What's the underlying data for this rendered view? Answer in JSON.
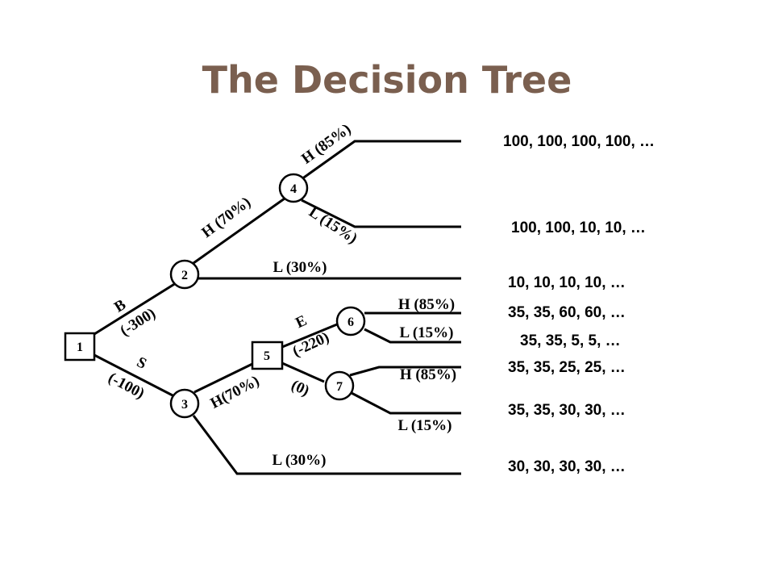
{
  "title": "The Decision Tree",
  "nodes": {
    "n1": "1",
    "n2": "2",
    "n3": "3",
    "n4": "4",
    "n5": "5",
    "n6": "6",
    "n7": "7"
  },
  "labels": {
    "b": "B",
    "b_cost": "(-300)",
    "s": "S",
    "s_cost": "(-100)",
    "h70_top": "H (70%)",
    "l30_top": "L (30%)",
    "h85_top": "H (85%)",
    "l15_top": "L (15%)",
    "h70_bottom": "H(70%)",
    "l30_bottom": "L (30%)",
    "e": "E",
    "e_cost": "(-220)",
    "zero_cost": "(0)",
    "h85_node6": "H (85%)",
    "l15_node6": "L (15%)",
    "h85_node7": "H (85%)",
    "l15_node7": "L (15%)"
  },
  "payoffs": [
    "100, 100, 100, 100, …",
    "100, 100, 10, 10, …",
    "10, 10, 10, 10, …",
    "35, 35, 60, 60, …",
    "35, 35, 5, 5, …",
    "35, 35, 25, 25, …",
    "35, 35, 30, 30, …",
    "30, 30, 30, 30, …"
  ]
}
